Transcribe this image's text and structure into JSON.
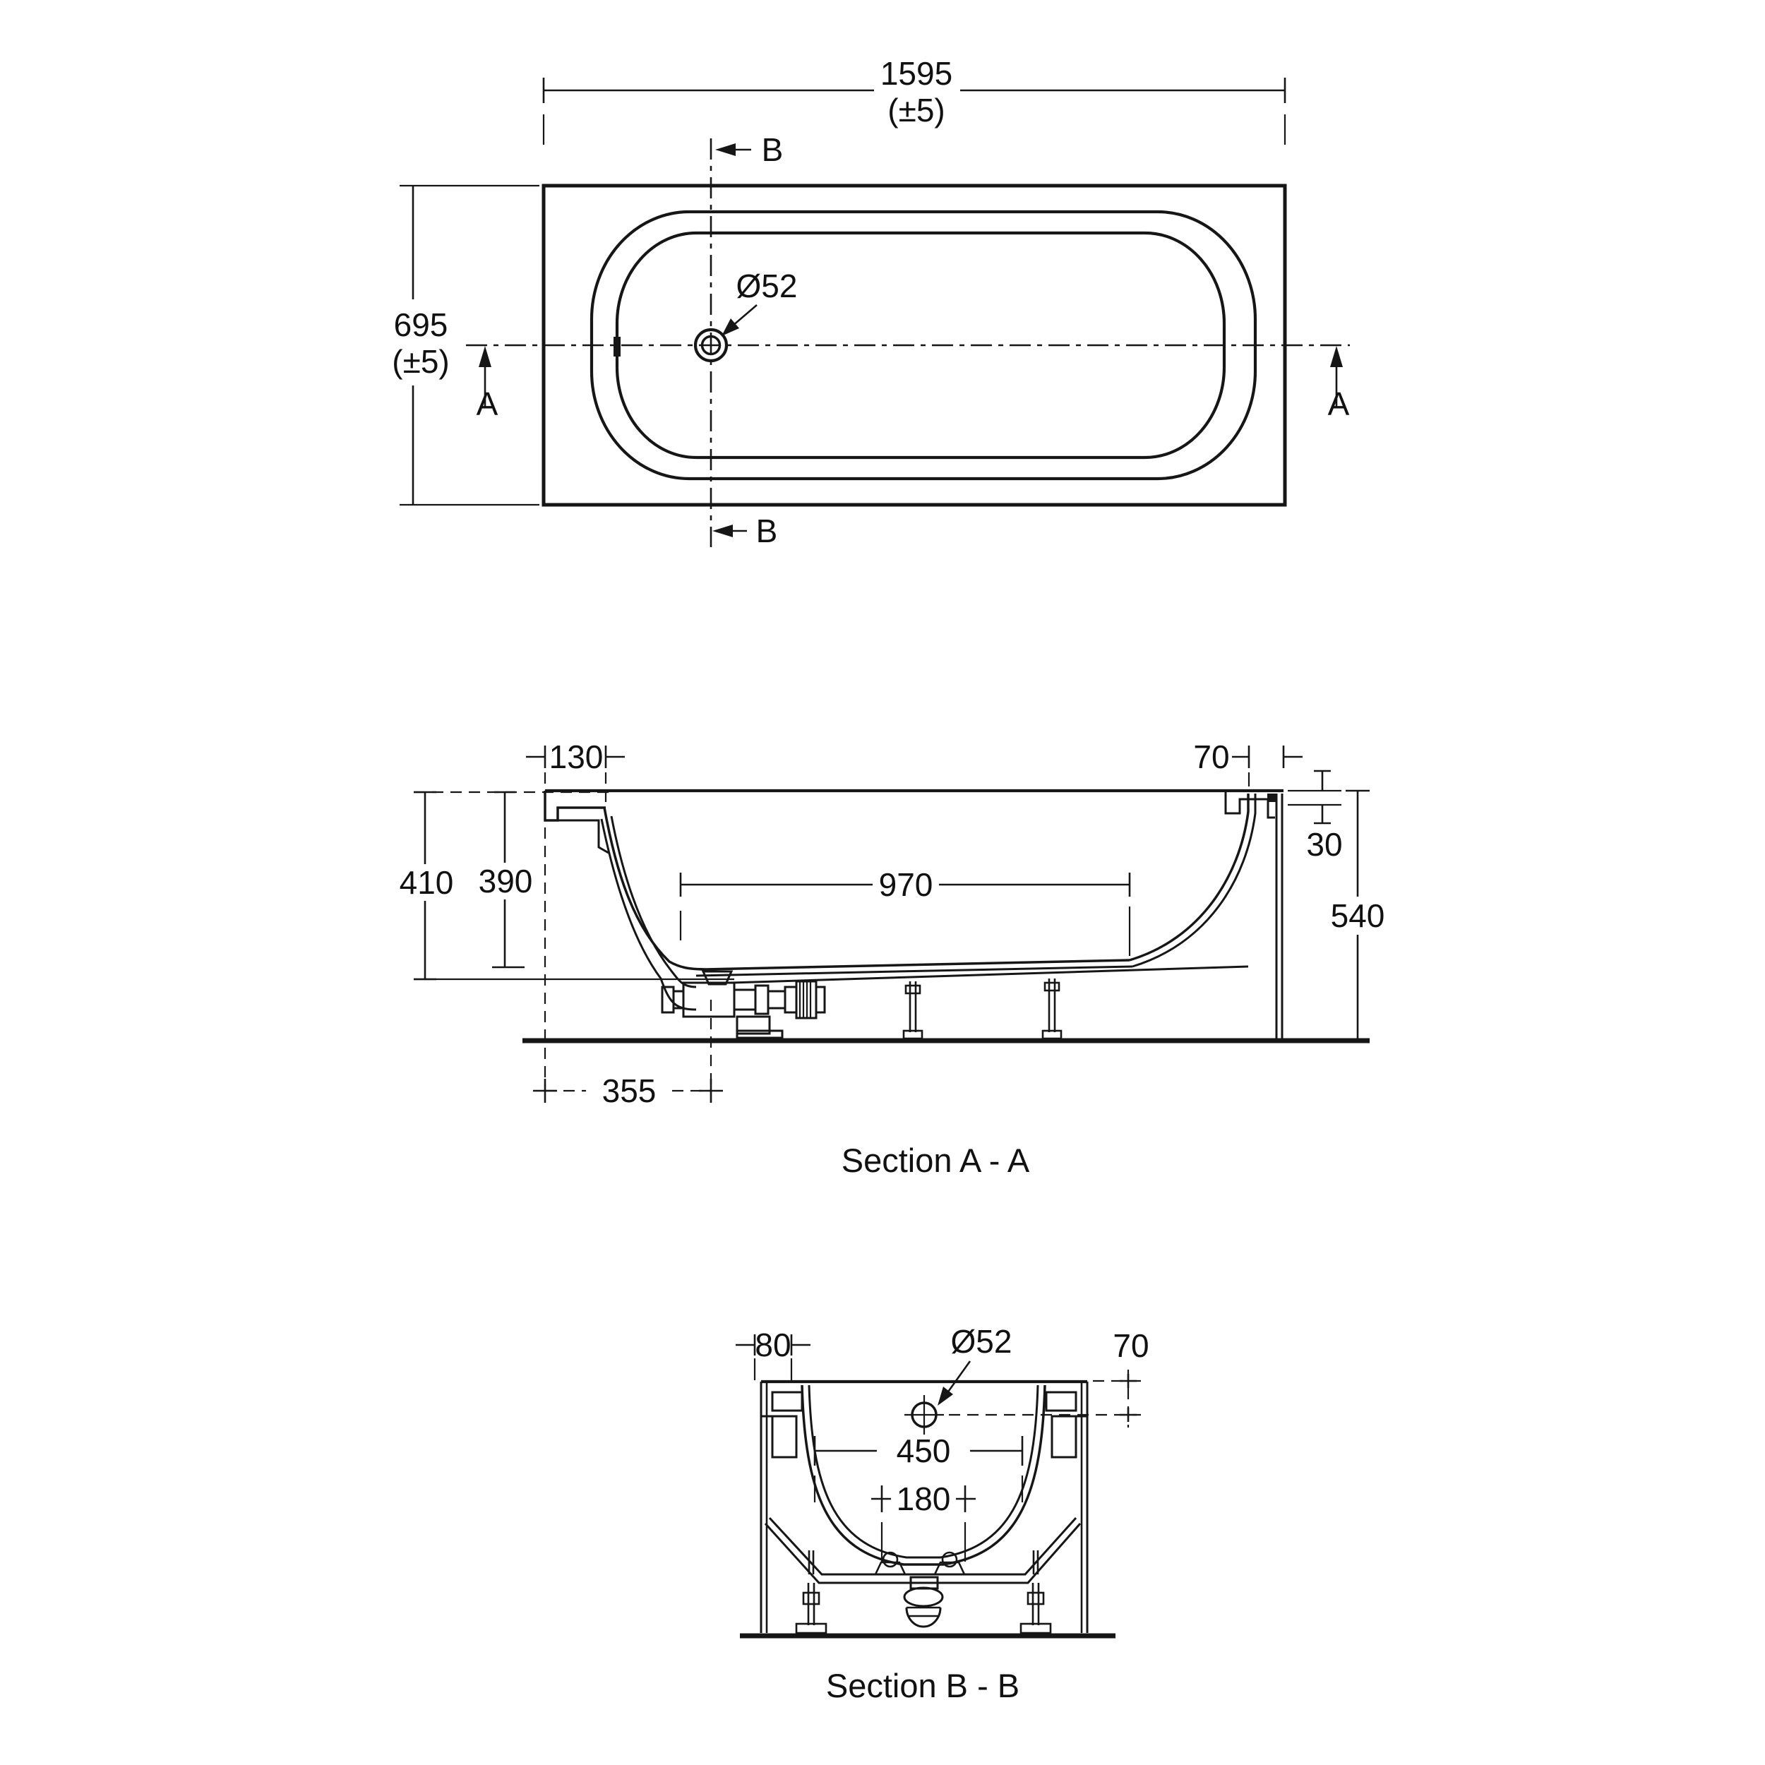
{
  "top_view": {
    "length": "1595",
    "length_tol": "(±5)",
    "width": "695",
    "width_tol": "(±5)",
    "drain_diameter": "Ø52",
    "marker_a_left": "A",
    "marker_a_right": "A",
    "marker_b_top": "B",
    "marker_b_bottom": "B"
  },
  "section_aa": {
    "caption": "Section A - A",
    "dims": {
      "rim_overhang_head": "130",
      "rim_overhang_foot": "70",
      "rim_lip_drop": "30",
      "rim_to_outer_bottom": "410",
      "inner_depth": "390",
      "flat_bottom_length": "970",
      "overall_height": "540",
      "drain_offset_from_end": "355"
    }
  },
  "section_bb": {
    "caption": "Section B - B",
    "dims": {
      "rim_overhang_side": "80",
      "drain_diameter": "Ø52",
      "rim_to_drain_drop": "70",
      "top_inner_width": "450",
      "bottom_width": "180"
    }
  }
}
